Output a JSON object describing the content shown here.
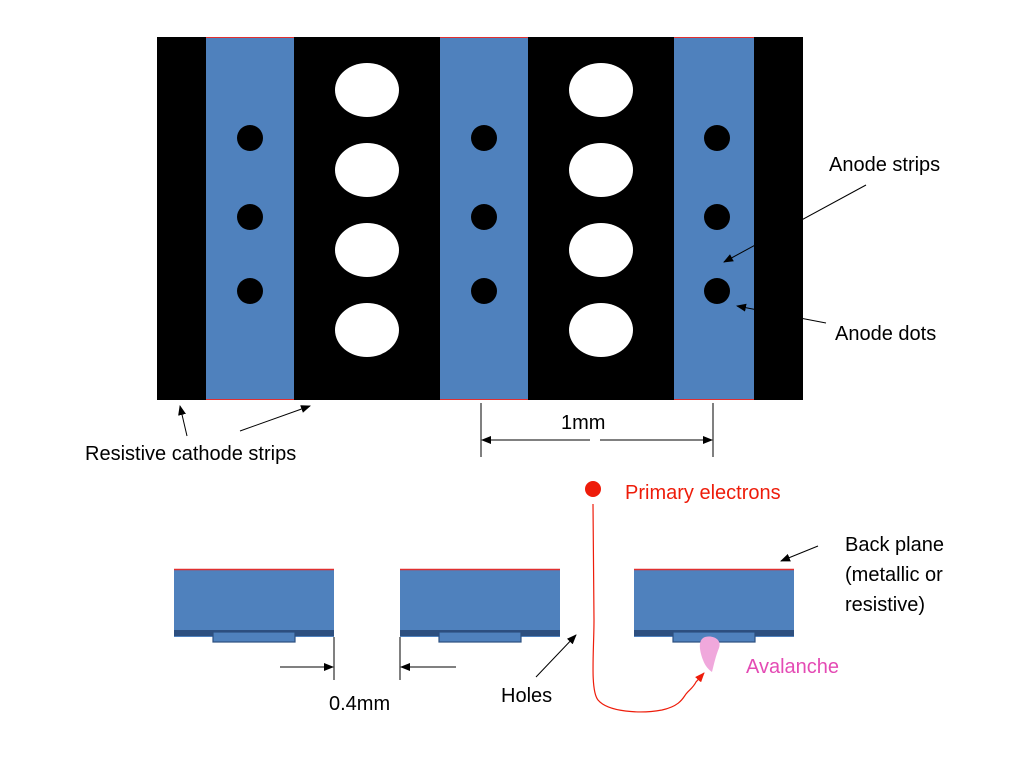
{
  "colors": {
    "background": "#ffffff",
    "substrate": "#000000",
    "strip_blue": "#4f81bd",
    "strip_blue_dark": "#2d4f7f",
    "edge_red": "#e03030",
    "primary_red": "#ee1c0a",
    "avalanche_pink": "#e44bb4",
    "avalanche_fill": "#f0a8dc",
    "hole_white": "#ffffff",
    "text_black": "#000000"
  },
  "labels": {
    "anode_strips": "Anode strips",
    "anode_dots": "Anode dots",
    "resistive_cathode_strips": "Resistive cathode strips",
    "pitch": "1mm",
    "primary_electrons": "Primary electrons",
    "back_plane_line1": "Back plane",
    "back_plane_line2": "(metallic or",
    "back_plane_line3": "resistive)",
    "avalanche": "Avalanche",
    "holes": "Holes",
    "hole_diameter": "0.4mm"
  }
}
